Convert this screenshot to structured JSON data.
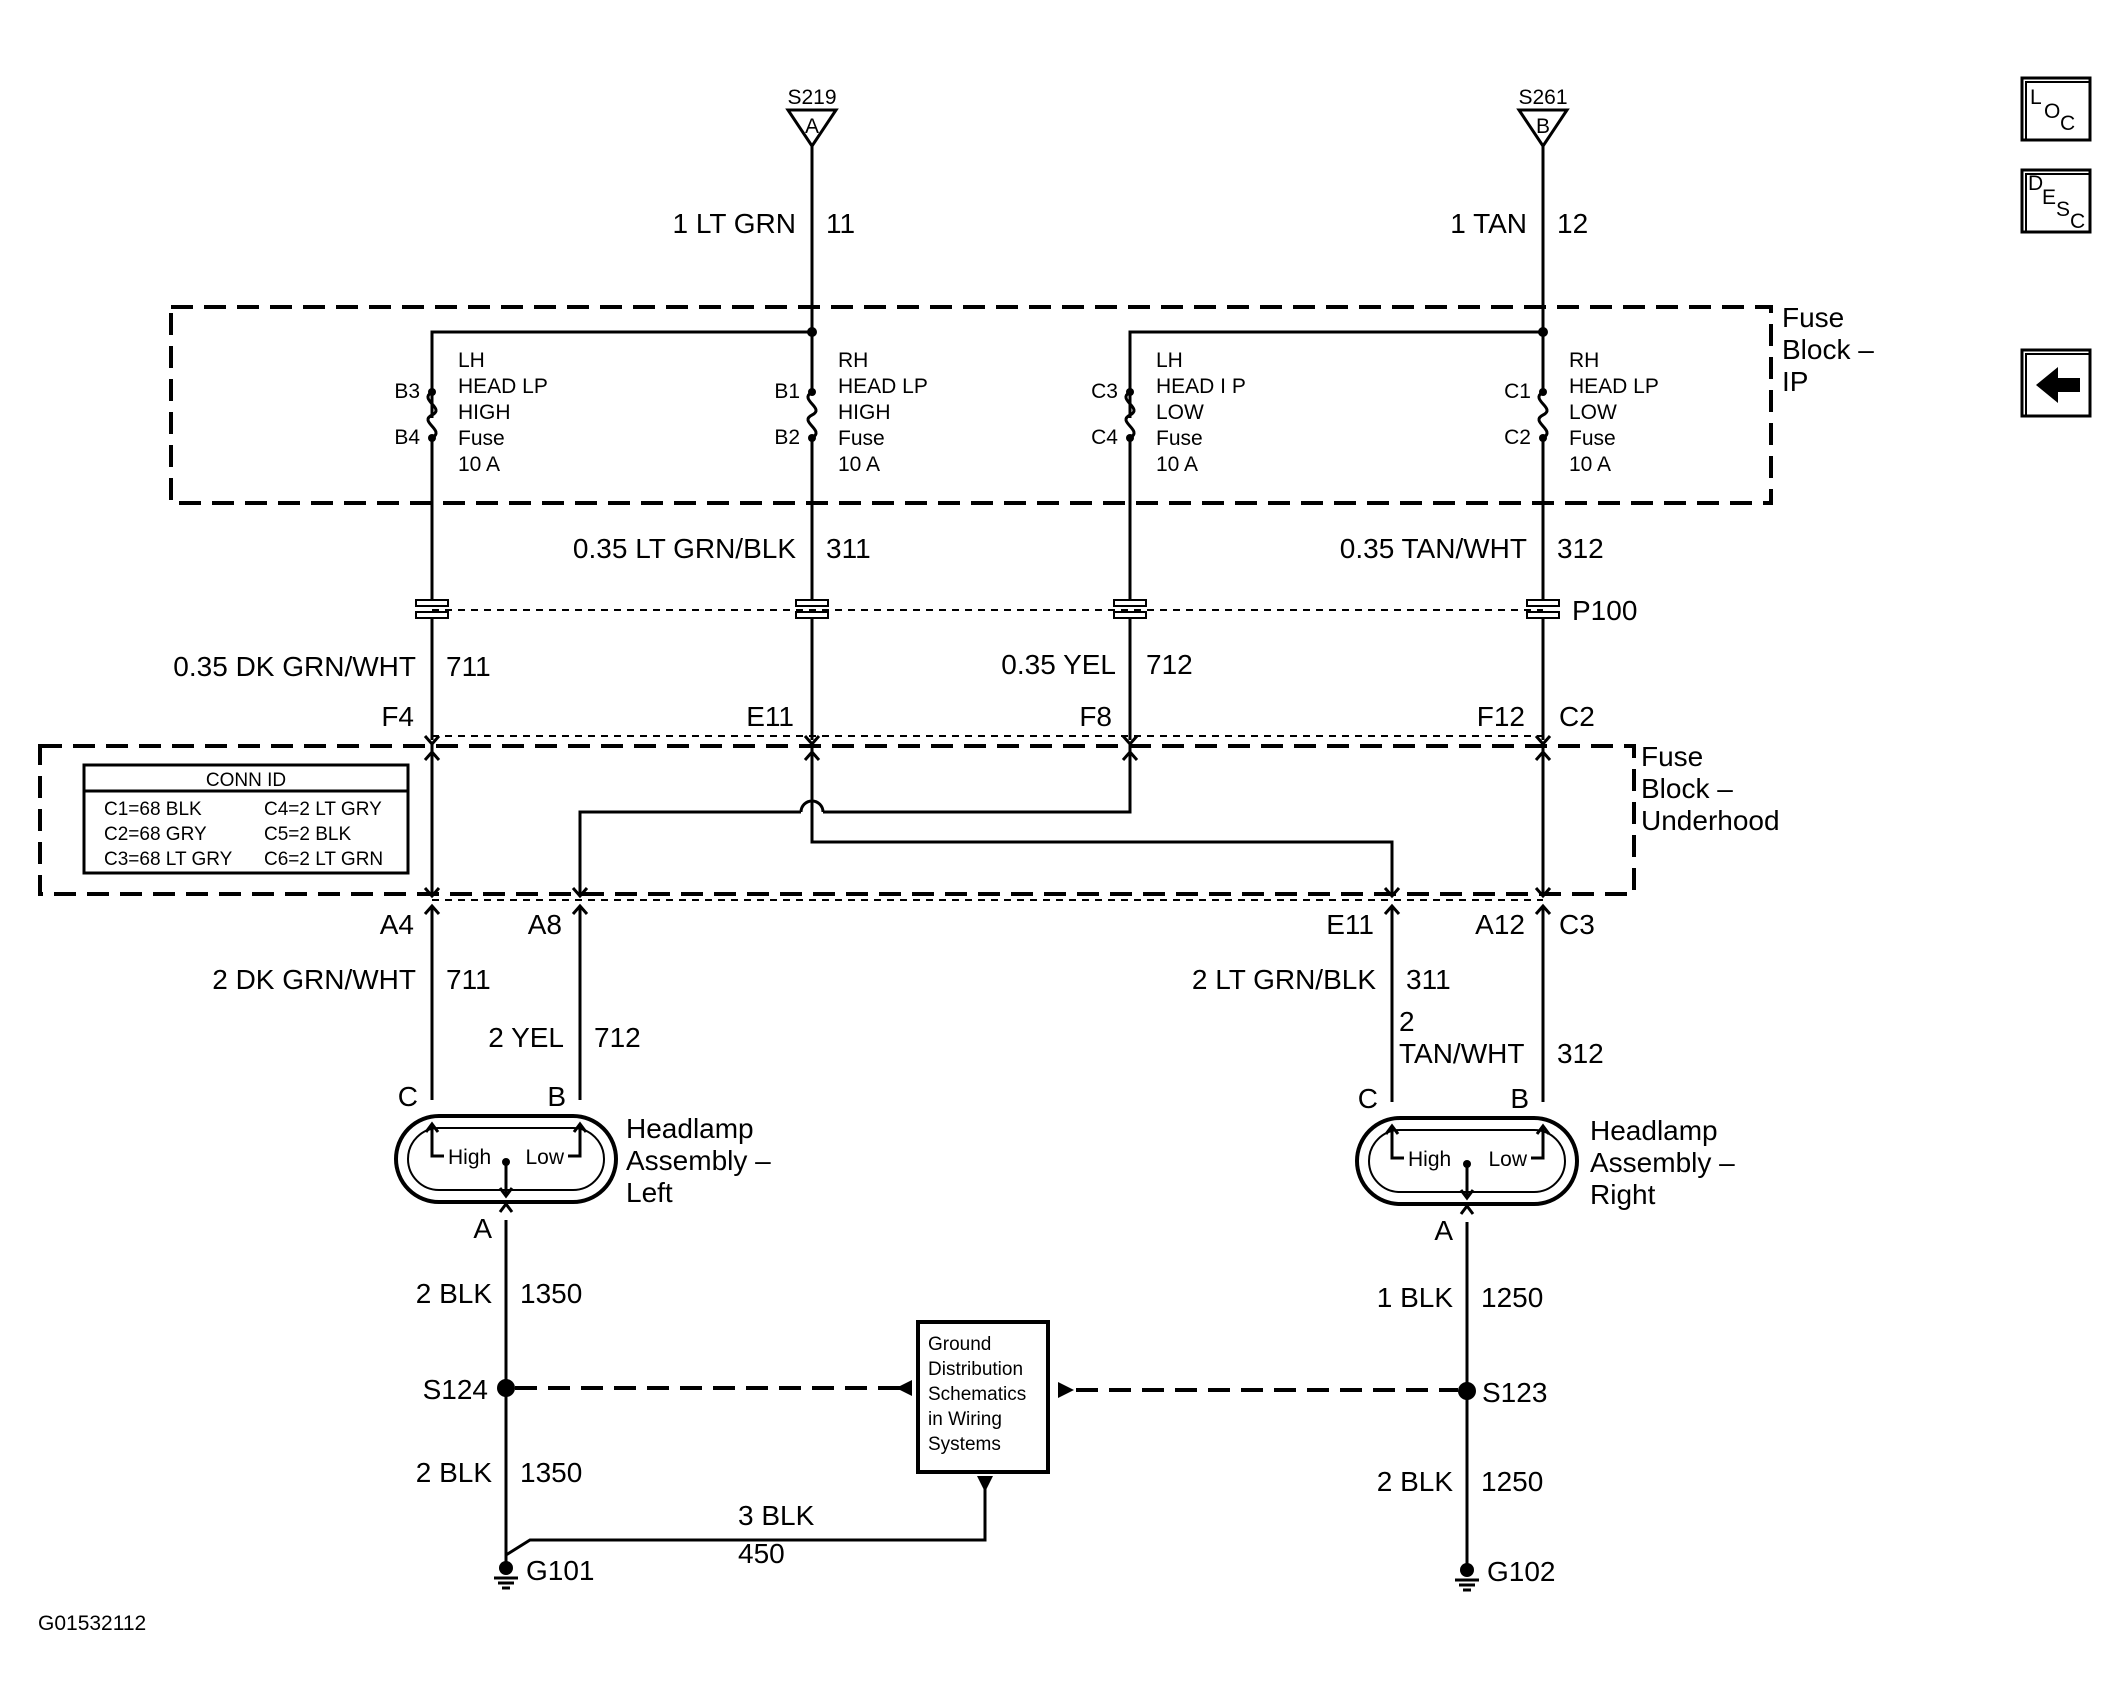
{
  "diagram_id": "G01532112",
  "nav": {
    "loc_label": "LOC",
    "desc_label": "DESC",
    "back_icon": "left-arrow-icon"
  },
  "splices_top": [
    {
      "id": "S219",
      "letter": "A"
    },
    {
      "id": "S261",
      "letter": "B"
    }
  ],
  "wires_top": [
    {
      "spec": "1 LT GRN",
      "circuit": "11"
    },
    {
      "spec": "1 TAN",
      "circuit": "12"
    }
  ],
  "fuse_block_ip": {
    "title": "Fuse\nBlock –\nIP",
    "fuses": [
      {
        "top_pin": "B3",
        "bottom_pin": "B4",
        "lines": [
          "LH",
          "HEAD LP",
          "HIGH",
          "Fuse",
          "10 A"
        ]
      },
      {
        "top_pin": "B1",
        "bottom_pin": "B2",
        "lines": [
          "RH",
          "HEAD LP",
          "HIGH",
          "Fuse",
          "10 A"
        ]
      },
      {
        "top_pin": "C3",
        "bottom_pin": "C4",
        "lines": [
          "LH",
          "HEAD I P",
          "LOW",
          "Fuse",
          "10 A"
        ]
      },
      {
        "top_pin": "C1",
        "bottom_pin": "C2",
        "lines": [
          "RH",
          "HEAD LP",
          "LOW",
          "Fuse",
          "10 A"
        ]
      }
    ]
  },
  "wires_mid": [
    {
      "spec": "0.35 LT GRN/BLK",
      "circuit": "311"
    },
    {
      "spec": "0.35 TAN/WHT",
      "circuit": "312"
    },
    {
      "spec": "0.35 DK GRN/WHT",
      "circuit": "711"
    },
    {
      "spec": "0.35 YEL",
      "circuit": "712"
    }
  ],
  "connector_p100": "P100",
  "uh_top_pins": [
    "F4",
    "E11",
    "F8",
    "F12",
    "C2"
  ],
  "fuse_block_underhood": {
    "title": "Fuse\nBlock –\nUnderhood",
    "conn_id": {
      "header": "CONN ID",
      "rows": [
        [
          "C1=68 BLK",
          "C4=2 LT GRY"
        ],
        [
          "C2=68 GRY",
          "C5=2 BLK"
        ],
        [
          "C3=68 LT GRY",
          "C6=2 LT GRN"
        ]
      ]
    }
  },
  "uh_bottom_pins": [
    "A4",
    "A8",
    "E11",
    "A12",
    "C3"
  ],
  "wires_lower": [
    {
      "spec": "2 DK GRN/WHT",
      "circuit": "711"
    },
    {
      "spec": "2 YEL",
      "circuit": "712"
    },
    {
      "spec": "2 LT GRN/BLK",
      "circuit": "311"
    },
    {
      "spec": "2\nTAN/WHT",
      "circuit": "312"
    }
  ],
  "headlamps": [
    {
      "title": "Headlamp\nAssembly –\nLeft",
      "pin_c": "C",
      "pin_b": "B",
      "pin_a": "A",
      "high": "High",
      "low": "Low"
    },
    {
      "title": "Headlamp\nAssembly –\nRight",
      "pin_c": "C",
      "pin_b": "B",
      "pin_a": "A",
      "high": "High",
      "low": "Low"
    }
  ],
  "ground_wires": [
    {
      "spec": "2 BLK",
      "circuit": "1350"
    },
    {
      "spec": "1 BLK",
      "circuit": "1250"
    },
    {
      "spec": "2 BLK",
      "circuit": "1350"
    },
    {
      "spec": "2 BLK",
      "circuit": "1250"
    },
    {
      "spec": "3 BLK",
      "circuit": "450"
    }
  ],
  "splices_ground": [
    "S124",
    "S123"
  ],
  "grounds": [
    "G101",
    "G102"
  ],
  "ground_dist_box": "Ground\nDistribution\nSchematics\nin Wiring\nSystems"
}
